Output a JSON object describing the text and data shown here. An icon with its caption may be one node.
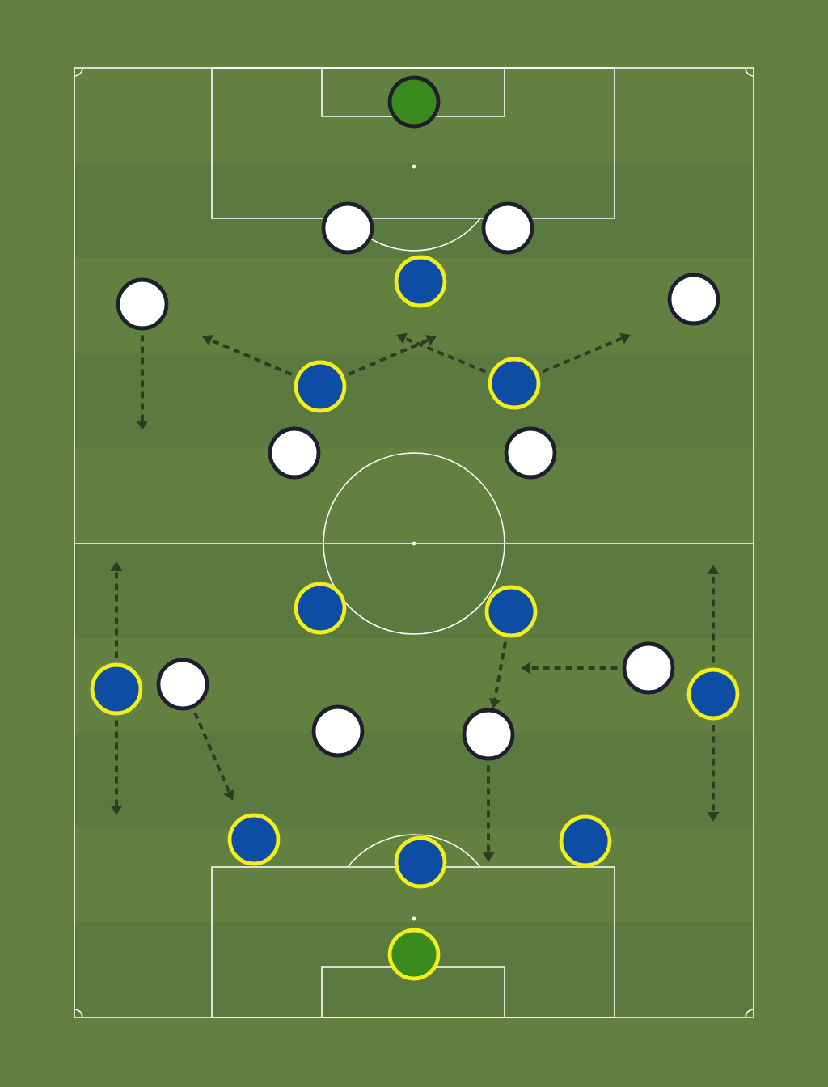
{
  "diagram": {
    "nodes": [
      {
        "text": [],
        "shape": "circle"
      },
      {
        "text": [],
        "shape": "circle"
      },
      {
        "text": [],
        "shape": "circle"
      },
      {
        "text": [],
        "shape": "circle"
      },
      {
        "text": [],
        "shape": "circle"
      },
      {
        "text": [],
        "shape": "circle"
      },
      {
        "text": [],
        "shape": "circle"
      },
      {
        "text": [],
        "shape": "circle"
      },
      {
        "text": [],
        "shape": "circle"
      },
      {
        "text": [],
        "shape": "circle"
      },
      {
        "text": [],
        "shape": "circle"
      },
      {
        "text": [],
        "shape": "circle"
      },
      {
        "text": [],
        "shape": "circle"
      },
      {
        "text": [],
        "shape": "circle"
      },
      {
        "text": [],
        "shape": "circle"
      },
      {
        "text": [],
        "shape": "circle"
      },
      {
        "text": [],
        "shape": "circle"
      },
      {
        "text": [],
        "shape": "circle"
      },
      {
        "text": [],
        "shape": "circle"
      },
      {
        "text": [],
        "shape": "circle"
      },
      {
        "text": [],
        "shape": "circle"
      },
      {
        "text": [],
        "shape": "circle"
      }
    ],
    "edges": [
      {
        "from": 4,
        "to": null,
        "arrow": "to"
      },
      {
        "from": 6,
        "to": null,
        "arrow": "to"
      },
      {
        "from": 6,
        "to": null,
        "arrow": "to"
      },
      {
        "from": 7,
        "to": null,
        "arrow": "to"
      },
      {
        "from": 7,
        "to": null,
        "arrow": "to"
      },
      {
        "from": 13,
        "to": null,
        "arrow": "to"
      },
      {
        "from": 13,
        "to": null,
        "arrow": "to"
      },
      {
        "from": 14,
        "to": null,
        "arrow": "to"
      },
      {
        "from": 11,
        "to": 17,
        "arrow": "to"
      },
      {
        "from": 17,
        "to": null,
        "arrow": "to"
      },
      {
        "from": 12,
        "to": null,
        "arrow": "to"
      },
      {
        "from": 15,
        "to": null,
        "arrow": "to"
      },
      {
        "from": 15,
        "to": null,
        "arrow": "to"
      }
    ]
  }
}
